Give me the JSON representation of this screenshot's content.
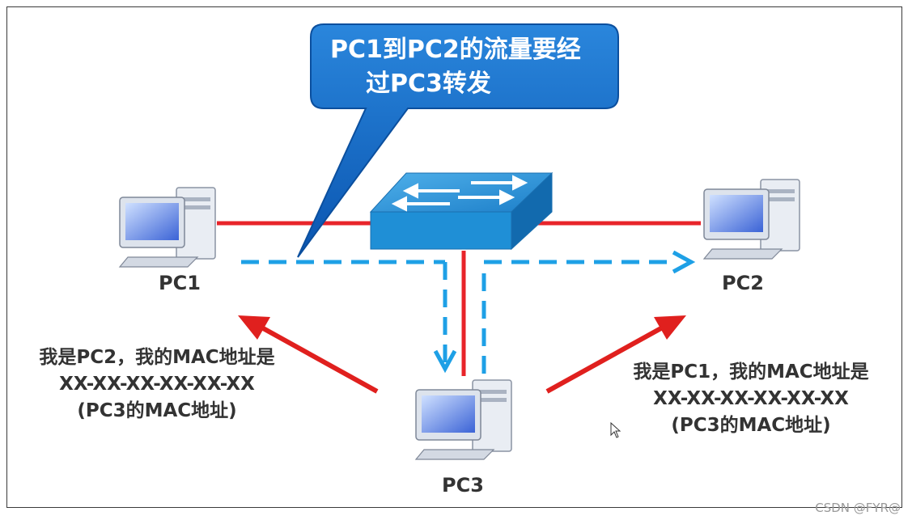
{
  "callout": {
    "line1": "PC1到PC2的流量要经",
    "line2": "过PC3转发"
  },
  "nodes": [
    {
      "id": "pc1",
      "label": "PC1"
    },
    {
      "id": "pc2",
      "label": "PC2"
    },
    {
      "id": "pc3",
      "label": "PC3"
    }
  ],
  "switch": {
    "icon": "switch-icon"
  },
  "left_claim": {
    "line1": "我是PC2，我的MAC地址是",
    "line2": "XX-XX-XX-XX-XX-XX",
    "line3": "(PC3的MAC地址)"
  },
  "right_claim": {
    "line1": "我是PC1，我的MAC地址是",
    "line2": "XX-XX-XX-XX-XX-XX",
    "line3": "(PC3的MAC地址)"
  },
  "watermark": "CSDN @FYR@",
  "colors": {
    "link": "#e8242a",
    "traffic": "#1ea0e6",
    "callout": "#0f63c0",
    "arrow": "#e0201e"
  }
}
